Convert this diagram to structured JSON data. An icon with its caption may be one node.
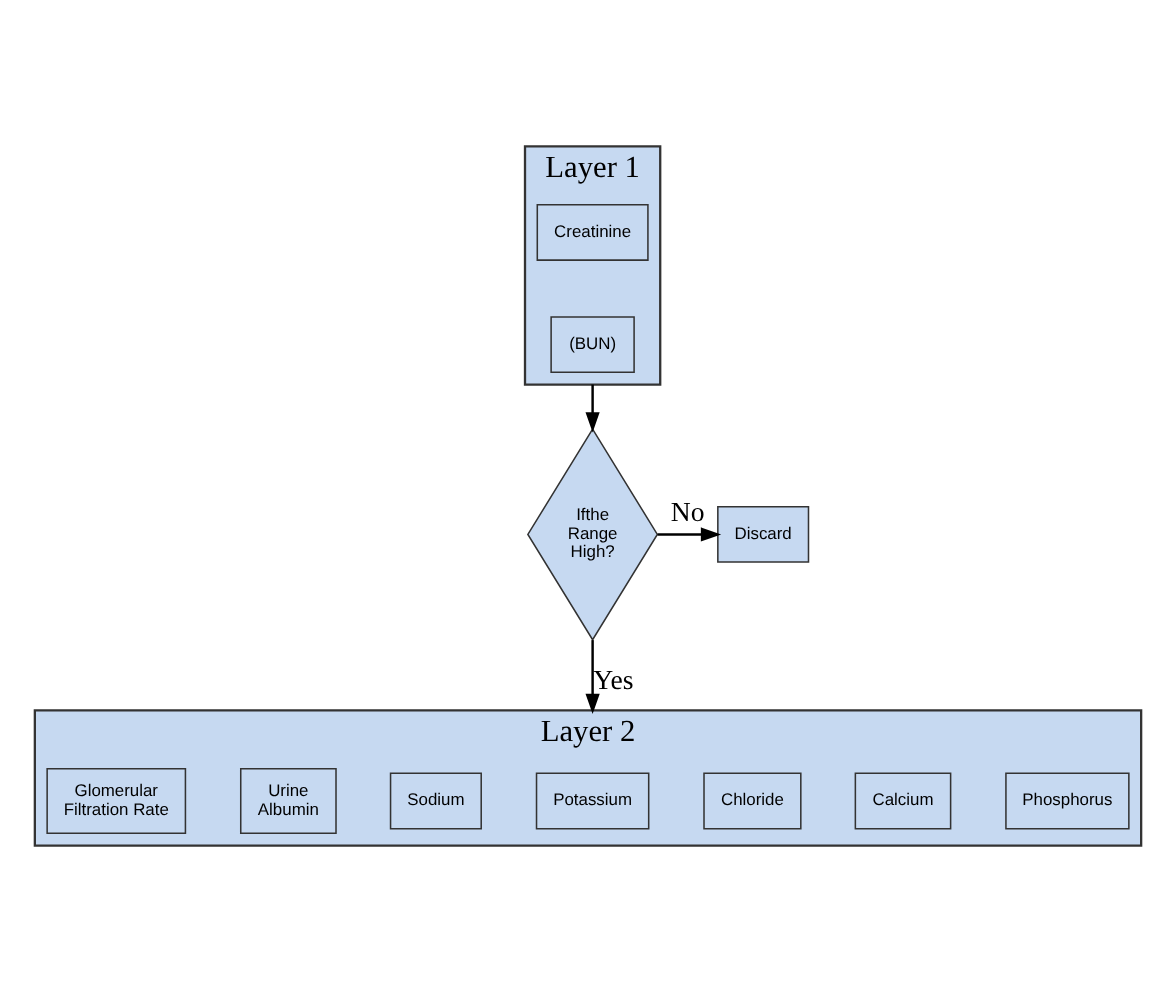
{
  "diagram": {
    "nodes": [
      {
        "text": [
          "Layer 1"
        ]
      },
      {
        "text": [
          "Creatinine"
        ],
        "in": 0
      },
      {
        "text": [
          "(BUN)"
        ],
        "in": 0
      },
      {
        "text": [
          "Ifthe Range High?"
        ]
      },
      {
        "text": [
          "Discard"
        ]
      },
      {
        "text": [
          "Layer 2"
        ]
      },
      {
        "text": [
          "Glomerular Filtration Rate"
        ],
        "in": 5
      },
      {
        "text": [
          "Urine Albumin"
        ],
        "in": 5
      },
      {
        "text": [
          "Sodium"
        ],
        "in": 5
      },
      {
        "text": [
          "Potassium"
        ],
        "in": 5
      },
      {
        "text": [
          "Chloride"
        ],
        "in": 5
      },
      {
        "text": [
          "Calcium"
        ],
        "in": 5
      },
      {
        "text": [
          "Phosphorus"
        ],
        "in": 5
      }
    ],
    "edges": [
      {
        "from": 0,
        "to": 3,
        "arrow": "to"
      },
      {
        "from": 3,
        "to": 4,
        "arrow": "to",
        "label": "No"
      },
      {
        "from": 3,
        "to": 5,
        "arrow": "to",
        "label": "Yes"
      }
    ]
  }
}
